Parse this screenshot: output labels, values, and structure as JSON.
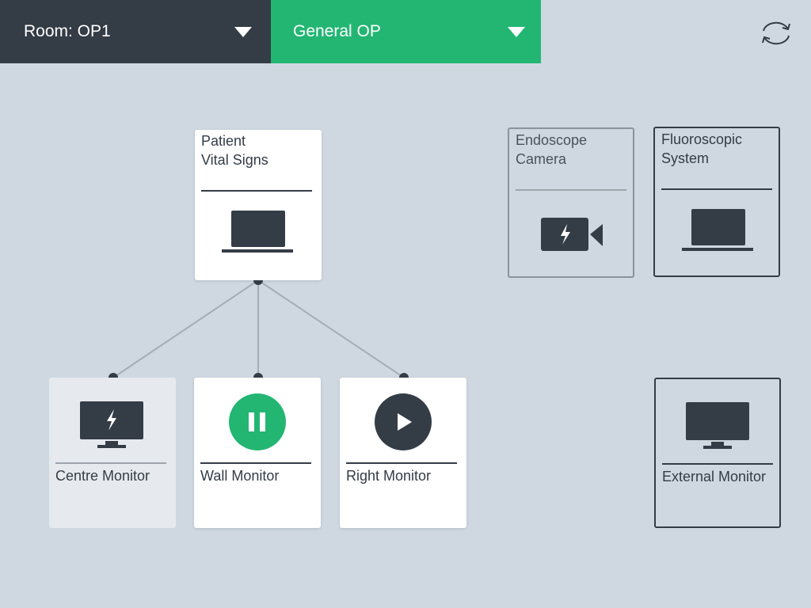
{
  "header": {
    "room_label": "Room: OP1",
    "mode_label": "General OP"
  },
  "icons": {
    "dropdown": "chevron-down-icon",
    "refresh": "refresh-icon",
    "laptop": "laptop-icon",
    "camera": "video-camera-icon",
    "monitor": "monitor-icon",
    "pause": "pause-icon",
    "play": "play-icon",
    "bolt": "lightning-icon"
  },
  "sources": {
    "patient_vital_signs": {
      "line1": "Patient",
      "line2": "Vital Signs"
    },
    "endoscope_camera": {
      "line1": "Endoscope",
      "line2": "Camera"
    },
    "fluoroscopic_system": {
      "line1": "Fluoroscopic",
      "line2": "System"
    }
  },
  "displays": {
    "centre_monitor": {
      "label": "Centre Monitor"
    },
    "wall_monitor": {
      "label": "Wall Monitor",
      "state": "playing"
    },
    "right_monitor": {
      "label": "Right Monitor",
      "state": "paused"
    },
    "external_monitor": {
      "label": "External Monitor"
    }
  },
  "colors": {
    "background": "#cfd8e1",
    "dark": "#343c46",
    "accent_green": "#23b673",
    "connector": "#a4adb6"
  }
}
